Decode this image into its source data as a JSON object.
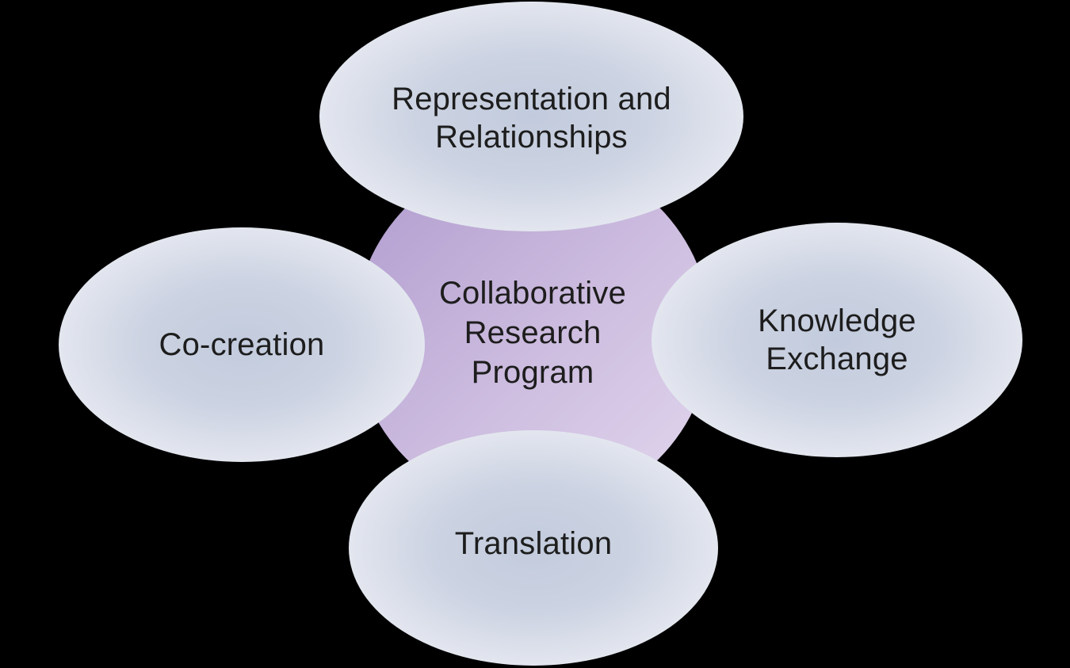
{
  "diagram": {
    "title": "Collaborative Research Program diagram",
    "hub": {
      "id": "collaborative-research-program",
      "label": "Collaborative\nResearch\nProgram"
    },
    "nodes": [
      {
        "id": "representation-and-relationships",
        "position": "top",
        "label": "Representation and\nRelationships"
      },
      {
        "id": "knowledge-exchange",
        "position": "right",
        "label": "Knowledge\nExchange"
      },
      {
        "id": "translation",
        "position": "bottom",
        "label": "Translation"
      },
      {
        "id": "co-creation",
        "position": "left",
        "label": "Co-creation"
      }
    ]
  },
  "colors": {
    "background": "#000000",
    "node_fill_center": "#c2cbdd",
    "node_fill_mid": "#ccd3e2",
    "node_fill_edge": "#e3e6ef",
    "hub_fill_dark": "#af9bce",
    "hub_fill_mid": "#cbbade",
    "hub_fill_light": "#e2d8ee",
    "text": "#1d1d1d"
  }
}
